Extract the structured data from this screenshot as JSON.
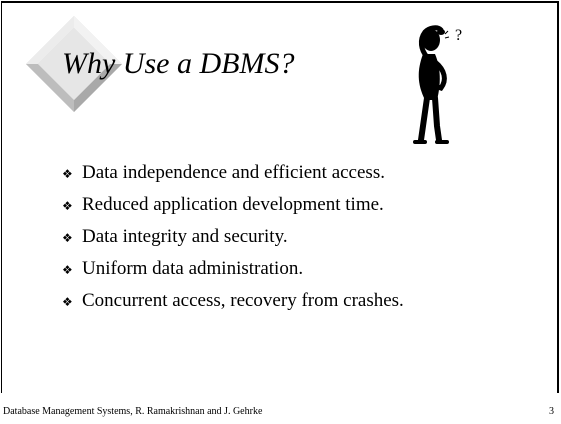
{
  "slide": {
    "title": "Why Use a DBMS?",
    "bullet_symbol": "❖",
    "bullets": [
      "Data independence and efficient access.",
      "Reduced application development time.",
      "Data integrity and security.",
      "Uniform data administration.",
      "Concurrent access, recovery from crashes."
    ],
    "decoration": {
      "diamond_icon": "gray-diamond-icon",
      "figure_icon": "thinking-person-icon",
      "question_mark": "?"
    },
    "footer": {
      "citation": "Database Management Systems, R. Ramakrishnan and J. Gehrke",
      "page_number": "3"
    }
  },
  "colors": {
    "background": "#ffffff",
    "text": "#000000",
    "diamond_light": "#e6e6e6",
    "diamond_dark": "#a9a9a9"
  }
}
